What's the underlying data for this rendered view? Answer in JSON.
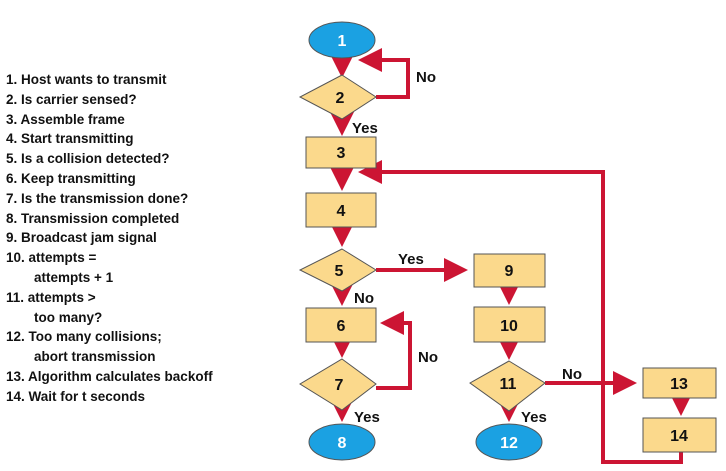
{
  "legend": {
    "items": [
      "1. Host wants to transmit",
      "2. Is carrier sensed?",
      "3. Assemble frame",
      "4. Start transmitting",
      "5. Is a collision detected?",
      "6. Keep transmitting",
      "7. Is the transmission done?",
      "8. Transmission completed",
      "9. Broadcast jam signal",
      "10. attempts =",
      "attempts + 1",
      "11. attempts >",
      "too many?",
      "12. Too many collisions;",
      "abort transmission",
      "13. Algorithm calculates backoff",
      "14. Wait for t seconds"
    ]
  },
  "nodes": {
    "n1": "1",
    "n2": "2",
    "n3": "3",
    "n4": "4",
    "n5": "5",
    "n6": "6",
    "n7": "7",
    "n8": "8",
    "n9": "9",
    "n10": "10",
    "n11": "11",
    "n12": "12",
    "n13": "13",
    "n14": "14"
  },
  "edge_labels": {
    "n2_no": "No",
    "n2_yes": "Yes",
    "n5_yes": "Yes",
    "n5_no": "No",
    "n7_no": "No",
    "n7_yes": "Yes",
    "n11_no": "No",
    "n11_yes": "Yes"
  },
  "colors": {
    "ellipse_fill": "#1ba1e2",
    "box_fill": "#fbd98c",
    "arrow": "#cc1533",
    "node_text_dark": "#111111",
    "node_text_light": "#ffffff"
  }
}
